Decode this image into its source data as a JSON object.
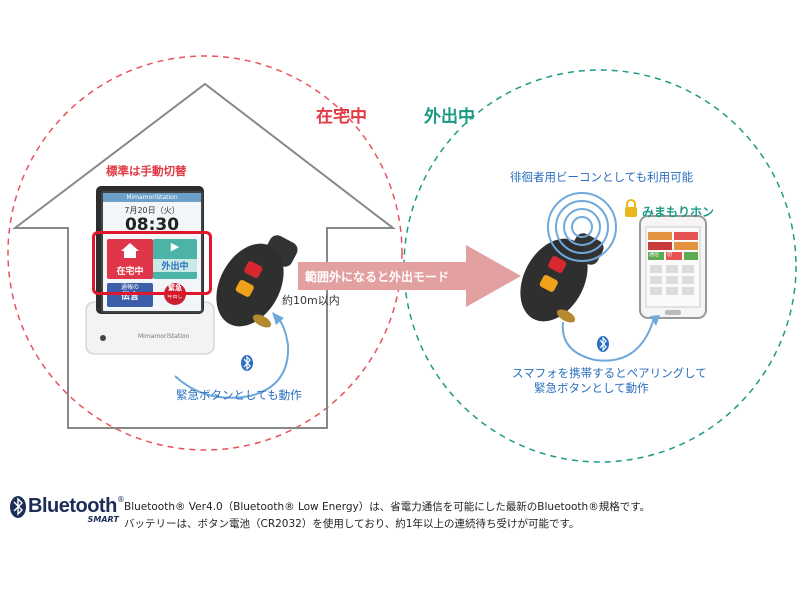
{
  "labels": {
    "at_home": "在宅中",
    "away": "外出中",
    "manual_switch": "標準は手動切替",
    "out_of_range": "範囲外になると外出モード",
    "range": "約10m以内",
    "emergency_home": "緊急ボタンとしても動作",
    "beacon": "徘徊者用ビーコンとしても利用可能",
    "app_name": "みまもりホン",
    "phone_pair_line1": "スマフォを携帯するとペアリングして",
    "phone_pair_line2": "緊急ボタンとして動作"
  },
  "station": {
    "brand": "MimamoriStation",
    "date": "7月20日（火）",
    "time": "08:30",
    "tile_home": "在宅中",
    "tile_out": "外出中",
    "tile_message_line1": "通報の",
    "tile_message_line2": "伝言",
    "tile_emergency_line1": "緊急",
    "tile_emergency_line2": "呼出し",
    "base_brand": "MimamoriStation"
  },
  "phone": {
    "keys": [
      "通信",
      "切"
    ]
  },
  "footer": {
    "logo": "Bluetooth",
    "logo_reg": "®",
    "logo_sub": "SMART",
    "line1": "Bluetooth® Ver4.0（Bluetooth® Low Energy）は、省電力通信を可能にした最新のBluetooth®規格です。",
    "line2": "バッテリーは、ボタン電池（CR2032）を使用しており、約1年以上の連続待ち受けが可能です。"
  },
  "colors": {
    "home_dash": "#e8525c",
    "away_dash": "#1f9a86",
    "arrow": "#e3a0a0",
    "highlight": "#e0162b",
    "bluetooth": "#2a6fc0"
  },
  "icons": [
    "house-outline",
    "bluetooth-icon",
    "beacon-waves",
    "smartphone",
    "fob-device",
    "guard-app-icon"
  ]
}
